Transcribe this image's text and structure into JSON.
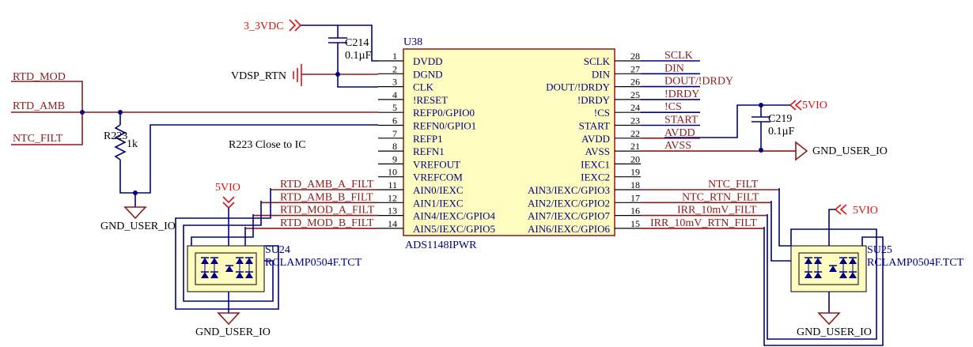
{
  "chip": {
    "ref": "U38",
    "part": "ADS1148IPWR",
    "left_pins": [
      {
        "num": "1",
        "name": "DVDD"
      },
      {
        "num": "2",
        "name": "DGND"
      },
      {
        "num": "3",
        "name": "CLK"
      },
      {
        "num": "4",
        "name": "!RESET"
      },
      {
        "num": "5",
        "name": "REFP0/GPIO0"
      },
      {
        "num": "6",
        "name": "REFN0/GPIO1"
      },
      {
        "num": "7",
        "name": "REFP1"
      },
      {
        "num": "8",
        "name": "REFN1"
      },
      {
        "num": "9",
        "name": "VREFOUT"
      },
      {
        "num": "10",
        "name": "VREFCOM"
      },
      {
        "num": "11",
        "name": "AIN0/IEXC"
      },
      {
        "num": "12",
        "name": "AIN1/IEXC"
      },
      {
        "num": "13",
        "name": "AIN4/IEXC/GPIO4"
      },
      {
        "num": "14",
        "name": "AIN5/IEXC/GPIO5"
      }
    ],
    "right_pins": [
      {
        "num": "28",
        "name": "SCLK"
      },
      {
        "num": "27",
        "name": "DIN"
      },
      {
        "num": "26",
        "name": "DOUT/!DRDY"
      },
      {
        "num": "25",
        "name": "!DRDY"
      },
      {
        "num": "24",
        "name": "!CS"
      },
      {
        "num": "23",
        "name": "START"
      },
      {
        "num": "22",
        "name": "AVDD"
      },
      {
        "num": "21",
        "name": "AVSS"
      },
      {
        "num": "20",
        "name": "IEXC1"
      },
      {
        "num": "19",
        "name": "IEXC2"
      },
      {
        "num": "18",
        "name": "AIN3/IEXC/GPIO3"
      },
      {
        "num": "17",
        "name": "AIN2/IEXC/GPIO2"
      },
      {
        "num": "16",
        "name": "AIN7/IEXC/GPIO7"
      },
      {
        "num": "15",
        "name": "AIN6/IEXC/GPIO6"
      }
    ]
  },
  "right_nets": [
    "SCLK",
    "DIN",
    "DOUT/!DRDY",
    "!DRDY",
    "!CS",
    "START",
    "AVDD",
    "AVSS"
  ],
  "left_analog_nets": [
    "RTD_AMB_A_FILT",
    "RTD_AMB_B_FILT",
    "RTD_MOD_A_FILT",
    "RTD_MOD_B_FILT"
  ],
  "right_analog_nets": [
    "NTC_FILT",
    "NTC_RTN_FILT",
    "IRR_10mV_FILT",
    "IRR_10mV_RTN_FILT"
  ],
  "inputs": [
    "RTD_MOD",
    "RTD_AMB",
    "NTC_FILT"
  ],
  "power": {
    "v33": "3_3VDC",
    "vdsp": "VDSP_RTN",
    "v5a": "5VIO",
    "v5b": "5VIO",
    "v5c": "5VIO",
    "gnd1": "GND_USER_IO",
    "gnd2": "GND_USER_IO",
    "gnd3": "GND_USER_IO",
    "gnd4": "GND_USER_IO"
  },
  "caps": {
    "c214_ref": "C214",
    "c214_val": "0.1µF",
    "c219_ref": "C219",
    "c219_val": "0.1µF"
  },
  "resistor": {
    "ref": "R223",
    "val": "1k",
    "note": "R223 Close to IC"
  },
  "tvs": {
    "su24_ref": "SU24",
    "su24_part": "RCLAMP0504F.TCT",
    "su25_ref": "SU25",
    "su25_part": "RCLAMP0504F.TCT"
  },
  "colors": {
    "wire": "#000080",
    "net_label": "#8b1a1a",
    "power": "#e01010",
    "chip_fill": "#fffcc0",
    "chip_border": "#8b1a1a"
  }
}
